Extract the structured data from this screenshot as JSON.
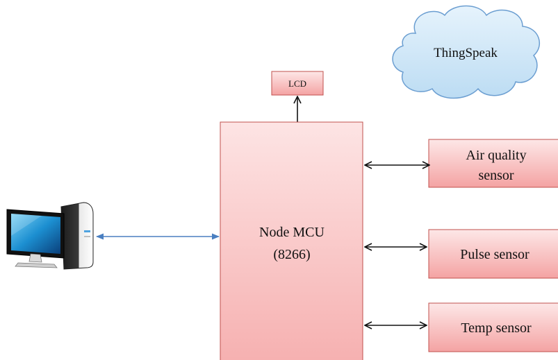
{
  "cloud": {
    "label": "ThingSpeak",
    "fill": "#cfe6f8",
    "stroke": "#6b9ed1"
  },
  "blocks": {
    "lcd": {
      "label": "LCD"
    },
    "mcu": {
      "label_line1": "Node MCU",
      "label_line2": "(8266)"
    },
    "air": {
      "label_line1": "Air quality",
      "label_line2": "sensor"
    },
    "pulse": {
      "label": "Pulse sensor"
    },
    "temp": {
      "label": "Temp sensor"
    }
  },
  "computer": {
    "icon": "desktop-computer-icon"
  },
  "colors": {
    "block_fill_top": "#fde4e4",
    "block_fill_bottom": "#f4a4a4",
    "block_stroke": "#c0504d",
    "arrow_black": "#111111",
    "arrow_blue": "#4a7fc1"
  }
}
